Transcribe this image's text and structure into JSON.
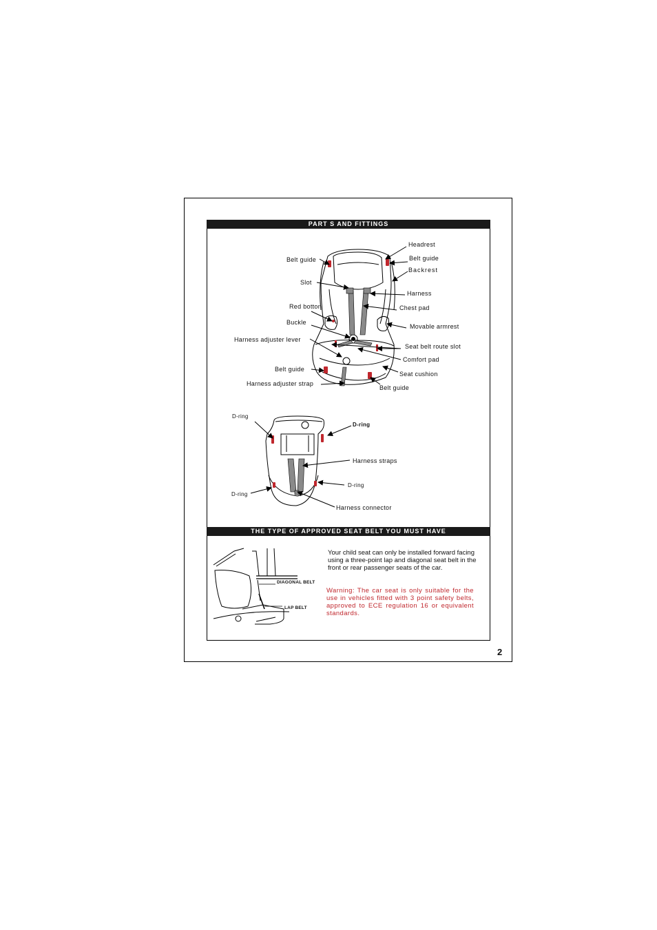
{
  "sections": {
    "parts_title": "PART S AND FITTINGS",
    "belt_type_title": "THE TYPE OF APPROVED SEAT BELT YOU MUST HAVE"
  },
  "seat_labels": {
    "headrest": "Headrest",
    "belt_guide_top_left": "Belt guide",
    "belt_guide_top_right": "Belt guide",
    "backrest": "Backrest",
    "slot": "Slot",
    "harness": "Harness",
    "red_botton": "Red botton",
    "chest_pad": "Chest pad",
    "buckle": "Buckle",
    "movable_armrest": "Movable armrest",
    "harness_adjuster_lever": "Harness adjuster lever",
    "seat_belt_route_slot": "Seat belt route slot",
    "comfort_pad": "Comfort pad",
    "belt_guide_bottom_left": "Belt guide",
    "seat_cushion": "Seat cushion",
    "harness_adjuster_strap": "Harness adjuster strap",
    "belt_guide_bottom_right": "Belt guide"
  },
  "back_labels": {
    "d_ring_top_left": "D-ring",
    "d_ring_top_right": "D-ring",
    "harness_straps": "Harness straps",
    "d_ring_bottom_right": "D-ring",
    "d_ring_bottom_left": "D-ring",
    "harness_connector": "Harness connector"
  },
  "belt_labels": {
    "diagonal_belt": "DIAGONAL BELT",
    "lap_belt": "LAP BELT"
  },
  "install_text": "Your child seat can only be installed forward facing using a three-point lap and diagonal seat belt in the front or rear passenger seats of the car.",
  "warning_text": "Warning: The car seat is only suitable for the use in vehicles fitted with 3 point safety belts, approved to ECE regulation 16 or equivalent standards.",
  "page_number": "2",
  "colors": {
    "accent_red": "#c0272d",
    "bar_black": "#1a1a1a",
    "harness_gray": "#8a8a8a"
  }
}
